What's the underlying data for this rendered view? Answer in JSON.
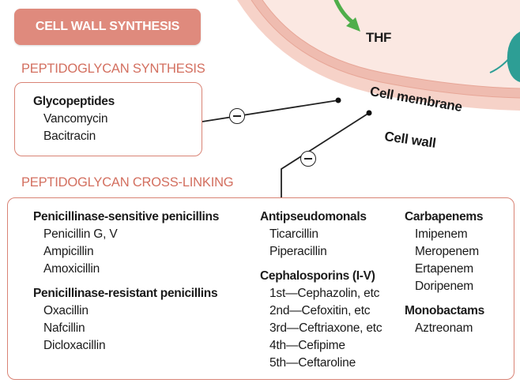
{
  "banner": {
    "title": "CELL WALL SYNTHESIS"
  },
  "diagram": {
    "thf_label": "THF",
    "membrane_label": "Cell membrane",
    "wall_label": "Cell wall",
    "inhibit_symbol": "⊖"
  },
  "peptidoglycan_synthesis": {
    "heading": "PEPTIDOGLYCAN SYNTHESIS",
    "category": "Glycopeptides",
    "drugs": [
      "Vancomycin",
      "Bacitracin"
    ]
  },
  "cross_linking": {
    "heading": "PEPTIDOGLYCAN CROSS-LINKING",
    "col1": {
      "cat1": "Penicillinase-sensitive penicillins",
      "cat1_drugs": [
        "Penicillin G, V",
        "Ampicillin",
        "Amoxicillin"
      ],
      "cat2": "Penicillinase-resistant penicillins",
      "cat2_drugs": [
        "Oxacillin",
        "Nafcillin",
        "Dicloxacillin"
      ]
    },
    "col2": {
      "cat1": "Antipseudomonals",
      "cat1_drugs": [
        "Ticarcillin",
        "Piperacillin"
      ],
      "cat2": "Cephalosporins (I-V)",
      "cat2_drugs": [
        "1st—Cephazolin, etc",
        "2nd—Cefoxitin, etc",
        "3rd—Ceftriaxone, etc",
        "4th—Cefipime",
        "5th—Ceftaroline"
      ]
    },
    "col3": {
      "cat1": "Carbapenems",
      "cat1_drugs": [
        "Imipenem",
        "Meropenem",
        "Ertapenem",
        "Doripenem"
      ],
      "cat2": "Monobactams",
      "cat2_drugs": [
        "Aztreonam"
      ]
    }
  },
  "colors": {
    "accent": "#df8a7d",
    "heading": "#d36f5f",
    "cell_interior": "#fbe8e2",
    "membrane": "#efbcb0",
    "arrow_green": "#4fae4a",
    "teal": "#2d9e95"
  }
}
